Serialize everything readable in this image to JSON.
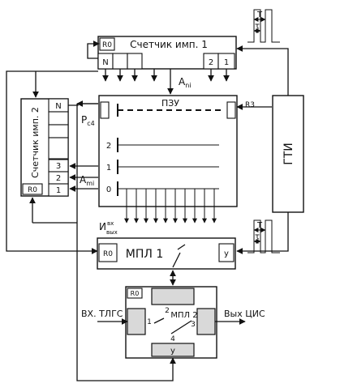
{
  "counter1": {
    "title": "Счетчик имп. 1",
    "r0": "R0",
    "cells": [
      "N",
      "2",
      "1"
    ]
  },
  "counter2": {
    "title": "Счетчик имп. 2",
    "r0": "R0",
    "cells": [
      "N",
      "3",
      "2",
      "1"
    ]
  },
  "rom": {
    "title": "ПЗУ",
    "rz": "R3",
    "lines": [
      "2",
      "1",
      "0"
    ]
  },
  "gti": {
    "title": "ГТИ"
  },
  "mpl1": {
    "title": "МПЛ 1",
    "r0": "R0",
    "y": "у"
  },
  "mpl2": {
    "title": "МПЛ 2",
    "r0": "R0",
    "y": "у",
    "ports": [
      "1",
      "2",
      "3",
      "4"
    ]
  },
  "labels": {
    "a_ni": "А",
    "a_ni_sub": "ni",
    "a_mi": "А",
    "a_mi_sub": "mi",
    "p_c4": "Р",
    "p_c4_sub": "c4",
    "i_main": "И",
    "i_sup": "вх",
    "i_sub": "вых",
    "in_tlgs": "ВХ. ТЛГС",
    "out_tsis": "Вых ЦИС"
  },
  "pulse_legend": {
    "t_upper": "T",
    "tau": "τ"
  }
}
